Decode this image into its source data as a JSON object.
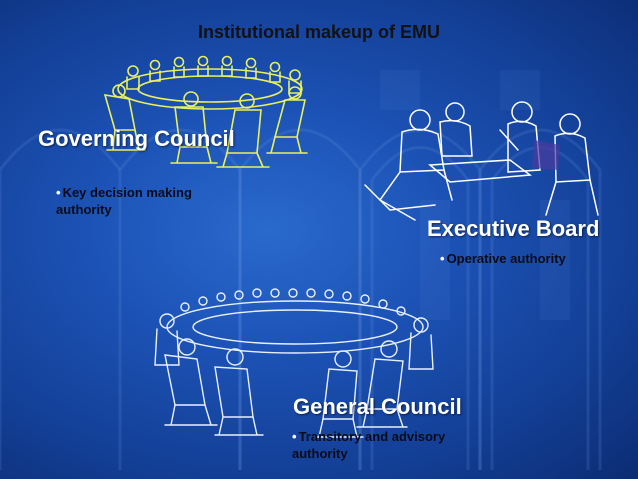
{
  "title": "Institutional makeup of EMU",
  "governing_council": {
    "heading": "Governing Council",
    "bullet": "•",
    "note": "Key decision making authority"
  },
  "executive_board": {
    "heading": "Executive Board",
    "bullet": "•",
    "note": "Operative authority"
  },
  "general_council": {
    "heading": "General Council",
    "bullet": "•",
    "note": "Transitory and advisory authority"
  },
  "icons": {
    "governing": "round-table-meeting-icon",
    "executive": "small-meeting-icon",
    "general": "large-round-table-meeting-icon"
  },
  "colors": {
    "background": "#1c52b5",
    "governing_line": "#e8f060",
    "executive_line": "#ffffff",
    "general_line": "#e8f0ff",
    "title_text": "#121212"
  }
}
